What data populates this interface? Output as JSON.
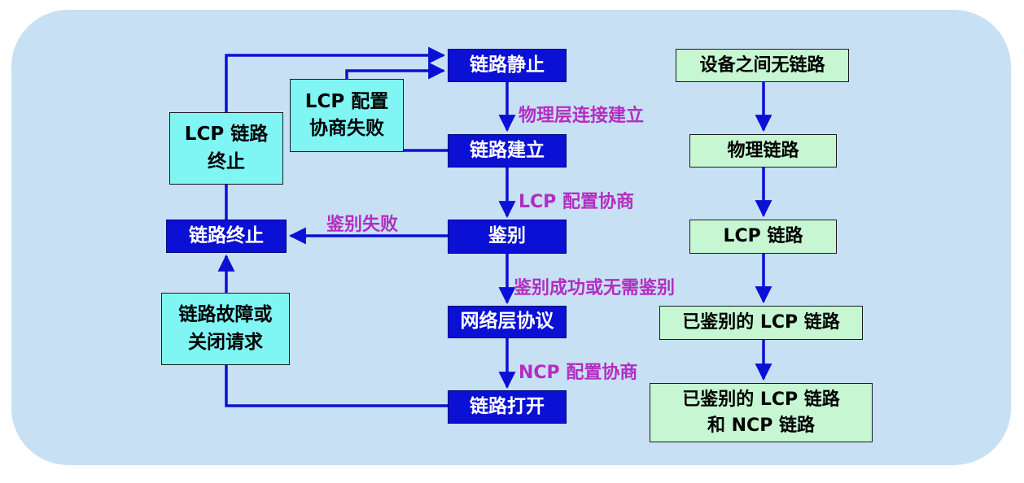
{
  "states": {
    "link_dead": "链路静止",
    "link_establish": "链路建立",
    "authenticate": "鉴别",
    "network_layer": "网络层协议",
    "link_open": "链路打开",
    "link_terminate": "链路终止"
  },
  "side_boxes": {
    "lcp_fail": "LCP 配置\n协商失败",
    "lcp_terminate": "LCP 链路\n终止",
    "failure_or_close": "链路故障或\n关闭请求"
  },
  "transitions": {
    "physical_up": "物理层连接建立",
    "lcp_negotiate": "LCP 配置协商",
    "auth_fail": "鉴别失败",
    "auth_ok": "鉴别成功或无需鉴别",
    "ncp_negotiate": "NCP 配置协商"
  },
  "right_column": [
    "设备之间无链路",
    "物理链路",
    "LCP 链路",
    "已鉴别的 LCP 链路",
    "已鉴别的 LCP 链路\n和 NCP 链路"
  ],
  "colors": {
    "panel": "#c7e0f4",
    "state_fill": "#0a10d4",
    "side_fill": "#7ff6f4",
    "right_fill": "#c6f7d2",
    "arrow": "#0a10d4",
    "label": "#b22ec0"
  }
}
